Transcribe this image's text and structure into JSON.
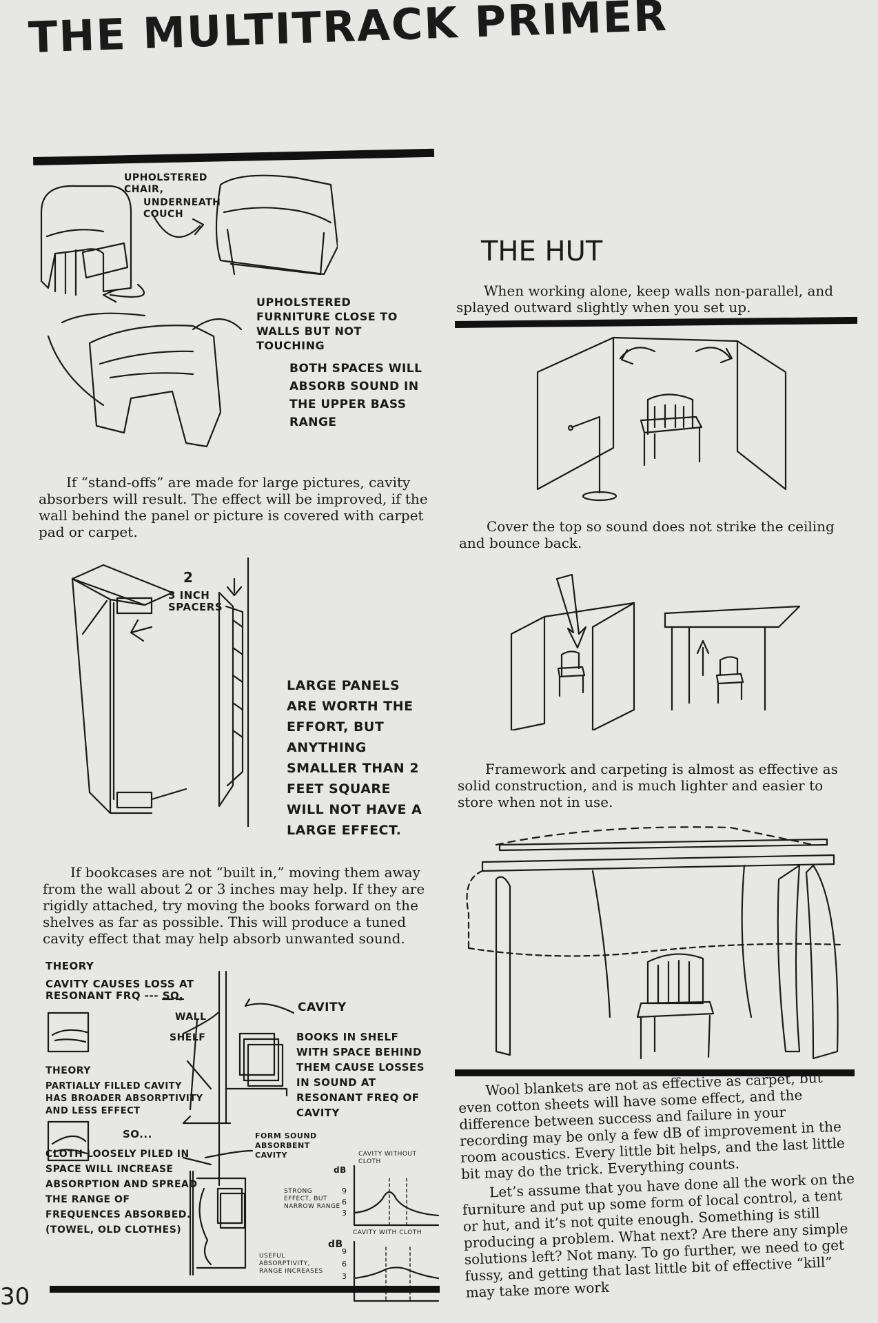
{
  "page": {
    "title": "THE MULTITRACK PRIMER",
    "page_number": "30"
  },
  "left": {
    "furniture_labels": {
      "upholstered_chair": "UPHOLSTERED CHAIR,",
      "underneath_couch": "UNDERNEATH COUCH",
      "close_to_walls": "UPHOLSTERED FURNITURE CLOSE TO WALLS BUT NOT TOUCHING",
      "both_spaces": "BOTH SPACES WILL ABSORB SOUND IN THE UPPER BASS RANGE"
    },
    "standoffs_text": "If “stand-offs” are made for large pictures, cavity absorbers will result. The effect will be improved, if the wall behind the panel or picture is covered with carpet pad or carpet.",
    "spacer_labels": {
      "count": "2",
      "spacers": "3 INCH SPACERS"
    },
    "large_panels_note": "LARGE PANELS ARE WORTH THE EFFORT, BUT ANYTHING SMALLER THAN 2 FEET SQUARE WILL NOT HAVE A LARGE EFFECT.",
    "bookcases_text": "If bookcases are not “built in,” moving them away from the wall about 2 or 3 inches may help. If they are rigidly attached, try moving the books forward on the shelves as far as possible. This will produce a tuned cavity effect that may help absorb unwanted sound.",
    "theory1_head": "THEORY",
    "theory1_text": "CAVITY CAUSES LOSS AT RESONANT FRQ --- SO,",
    "wall_label": "WALL",
    "shelf_label": "SHELF",
    "cavity_label": "CAVITY",
    "books_note": "BOOKS IN SHELF WITH SPACE BEHIND THEM CAUSE LOSSES IN SOUND AT RESONANT FREQ OF CAVITY",
    "theory2_head": "THEORY",
    "theory2_text": "PARTIALLY FILLED CAVITY HAS BROADER ABSORPTIVITY AND LESS EFFECT",
    "so_label": "SO...",
    "cloth_text": "CLOTH LOOSELY PILED IN SPACE WILL INCREASE ABSORPTION AND SPREAD THE RANGE OF FREQUENCES ABSORBED. (TOWEL, OLD CLOTHES)",
    "form_sound_label": "FORM SOUND ABSORBENT CAVITY",
    "graph1": {
      "title": "CAVITY WITHOUT CLOTH",
      "y_unit": "dB",
      "ticks": [
        "9",
        "6",
        "3"
      ],
      "note": "STRONG EFFECT, BUT NARROW RANGE"
    },
    "graph2": {
      "title": "CAVITY WITH CLOTH",
      "y_unit": "dB",
      "ticks": [
        "9",
        "6",
        "3"
      ],
      "note": "USEFUL ABSORPTIVITY, RANGE INCREASES"
    }
  },
  "right": {
    "section_title": "THE HUT",
    "hut_intro": "When working alone, keep walls non-parallel, and splayed outward slightly when you set up.",
    "cover_top": "Cover the top so  sound does not strike the ceiling and bounce back.",
    "framework": "Framework and carpeting is almost as effective as solid construction, and is much lighter and easier to store when not in use.",
    "wool_blankets": "Wool blankets are not as effective as carpet, but even cotton sheets will have some effect, and the difference between success and failure in your recording may be only a few dB of improvement in the room acoustics. Every little bit helps, and the last little bit may do the trick. Everything counts.",
    "lets_assume": "Let’s assume that you have done all the work on the furniture and put up some form of local control, a tent or hut, and it’s not quite enough. Something is still producing a problem. What next? Are there any simple solutions left? Not many. To go further, we need to get fussy, and getting that last little bit of effective “kill” may take more work"
  }
}
